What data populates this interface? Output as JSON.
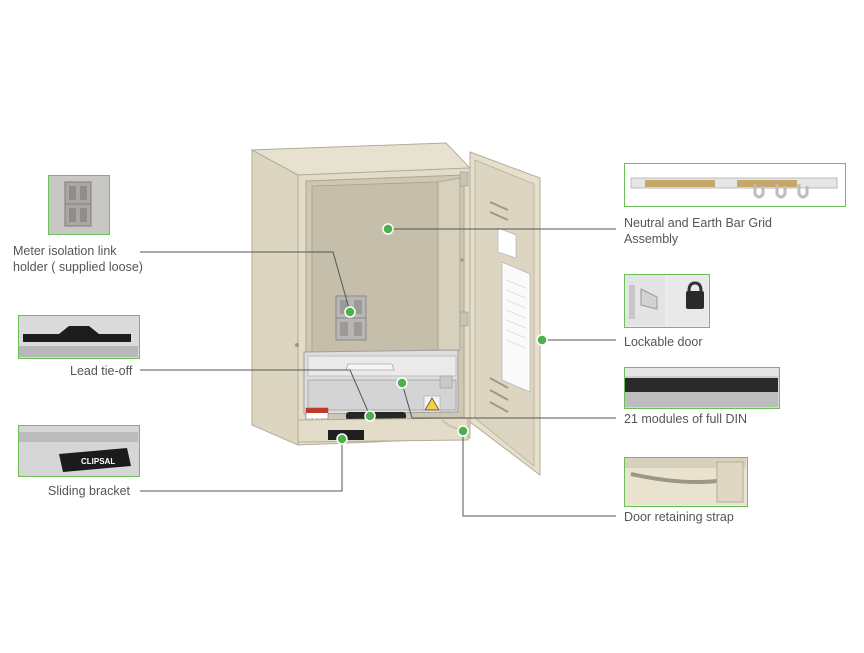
{
  "accent_color": "#4cb050",
  "brand_mark": "CLIPSAL",
  "callouts": {
    "meter_isolation": {
      "line1": "Meter isolation link",
      "line2": "holder ( supplied loose)",
      "icon": "link-holder-icon"
    },
    "lead_tie_off": {
      "text": "Lead tie-off",
      "icon": "tie-off-icon"
    },
    "sliding_bracket": {
      "text": "Sliding bracket",
      "icon": "bracket-icon"
    },
    "neutral_earth": {
      "line1": "Neutral and Earth Bar Grid",
      "line2": "Assembly",
      "icon": "busbar-icon"
    },
    "lockable_door": {
      "text": "Lockable door",
      "icon": "padlock-icon"
    },
    "din_modules": {
      "text": "21 modules of full DIN",
      "icon": "din-rail-icon"
    },
    "door_strap": {
      "text": "Door retaining strap",
      "icon": "strap-icon"
    }
  },
  "warning_label_text": "LIVE PARTS"
}
